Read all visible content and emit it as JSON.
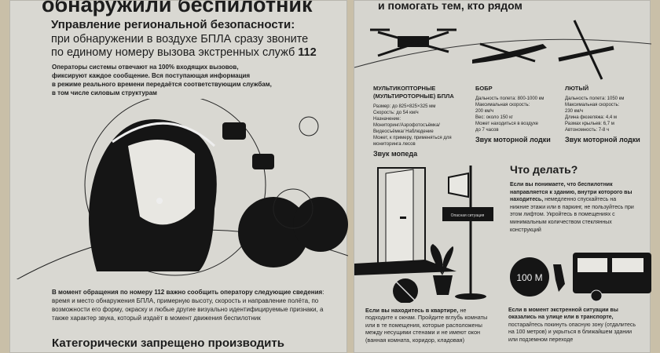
{
  "left": {
    "title": "обнаружили беспилотник",
    "subtitle": "Управление региональной безопасности:",
    "lead1": "при обнаружении в воздухе БПЛА сразу звоните",
    "lead2_a": "по единому номеру вызова экстренных служб ",
    "lead2_b": "112",
    "operators": [
      "Операторы системы отвечают на 100% входящих вызовов,",
      "фиксируют каждое сообщение. Вся поступающая информация",
      "в режиме реального времени передаётся соответствующим службам,",
      "в том числе силовым структурам"
    ],
    "info_bold1": "В момент обращения по номеру 112 важно сообщить оператору следующие",
    "info_bold2": "сведения",
    "info_rest": ": время и место обнаружения БПЛА, примерную высоту, скорость и направление полёта, по возможности его форму, окраску и любые другие визуально идентифицируемые признаки, а также характер звука, который издаёт в момент движения беспилотник",
    "forbidden": "Категорически запрещено производить"
  },
  "right": {
    "header": "и помогать тем, кто рядом",
    "drones": [
      {
        "name": "МУЛЬТИКОПТОРНЫЕ (МУЛЬТИРОТОРНЫЕ) БПЛА",
        "specs": [
          "Размер: до 825×825×325 мм",
          "Скорость: до 54 км/ч",
          "Назначение:",
          "Мониторинг/Аэрофотосъёмка/",
          "Видеосъёмка/ Наблюдение",
          "Может, к примеру, применяться для",
          "мониторинга лесов"
        ],
        "sound": "Звук мопеда"
      },
      {
        "name": "БОБР",
        "specs": [
          "Дальность полета: 800-1000 км",
          "Максимальная скорость:",
          "200 км/ч",
          "Вес: около 150 кг",
          "Может находиться в воздухе",
          "до 7 часов"
        ],
        "sound": "Звук моторной лодки"
      },
      {
        "name": "ЛЮТЫЙ",
        "specs": [
          "Дальность полета: 1050 км",
          "Максимальная скорость:",
          "230 км/ч",
          "Длина фюзеляжа: 4,4 м",
          "Размах крыльев: 6,7 м",
          "Автономность: 7-8 ч"
        ],
        "sound": "Звук моторной лодки"
      }
    ],
    "what_to_do": "Что делать?",
    "building_bold": "Если вы понимаете, что беспилотник направляется к зданию, внутри которого вы находитесь,",
    "building_rest": " немедленно спускайтесь на нижние этажи или в паркинг, не пользуйтесь при этом лифтом. Укройтесь в помещениях с минимальным количеством стеклянных конструкций",
    "sign_text": "Опасная ситуация",
    "distance_badge": "100 M",
    "apartment_bold": "Если вы находитесь в квартире,",
    "apartment_rest": " не подходите к окнам. Пройдите вглубь комнаты или в те помещения, которые расположены между несущими стенами и не имеют окон (ванная комната, коридор, кладовая)",
    "street_bold": "Если в момент экстренной ситуации вы оказались на улице или в транспорте,",
    "street_rest": " постарайтесь покинуть опасную зону (отдалитесь на 100 метров) и укрыться в ближайшем здании или подземном переходе"
  }
}
